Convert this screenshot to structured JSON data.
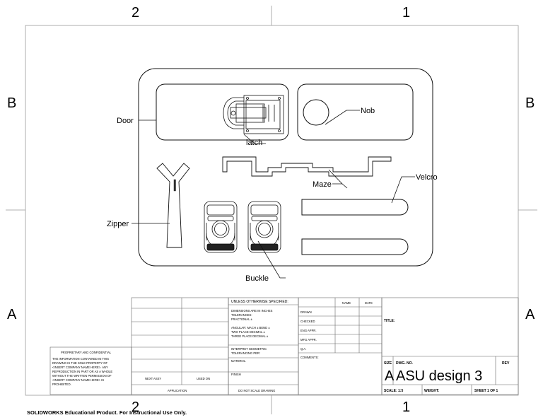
{
  "zones": {
    "top_left": "2",
    "top_right": "1",
    "bottom_left": "2",
    "bottom_right": "1",
    "left_upper": "B",
    "right_upper": "B",
    "left_lower": "A",
    "right_lower": "A"
  },
  "callouts": {
    "door": "Door",
    "latch": "latch",
    "nob": "Nob",
    "maze": "Maze",
    "velcro": "Velcro",
    "zipper": "Zipper",
    "buckle": "Buckle"
  },
  "title_block": {
    "unless": "UNLESS OTHERWISE SPECIFIED:",
    "name": "NAME",
    "date": "DATE",
    "dims": [
      "DIMENSIONS ARE IN INCHES",
      "TOLERANCES:",
      "FRACTIONAL ±",
      "ANGULAR: MACH ±   BEND ±",
      "TWO PLACE DECIMAL  ±",
      "THREE PLACE DECIMAL  ±"
    ],
    "drawn": "DRAWN",
    "checked": "CHECKED",
    "eng_appr": "ENG APPR.",
    "mfg_appr": "MFG APPR.",
    "qa": "Q.A.",
    "comments": "COMMENTS:",
    "interpret": [
      "INTERPRET GEOMETRIC",
      "TOLERANCING PER:"
    ],
    "material": "MATERIAL",
    "finish": "FINISH",
    "next_assy": "NEXT ASSY",
    "used_on": "USED ON",
    "application": "APPLICATION",
    "do_not_scale": "DO NOT SCALE DRAWING",
    "title_label": "TITLE:",
    "size_label": "SIZE",
    "dwg_no_label": "DWG.  NO.",
    "rev_label": "REV",
    "size_value": "A",
    "dwg_no_value": "ASU design 3",
    "scale": "SCALE: 1:5",
    "weight": "WEIGHT:",
    "sheet": "SHEET 1 OF 1",
    "proprietary_title": "PROPRIETARY AND CONFIDENTIAL",
    "proprietary_text": [
      "THE INFORMATION CONTAINED IN THIS",
      "DRAWING IS THE SOLE PROPERTY OF",
      "<INSERT COMPANY NAME HERE>.  ANY",
      "REPRODUCTION IN PART OR AS A WHOLE",
      "WITHOUT THE WRITTEN PERMISSION OF",
      "<INSERT COMPANY NAME HERE> IS",
      "PROHIBITED."
    ]
  },
  "footer": "SOLIDWORKS Educational Product. For Instructional Use Only."
}
